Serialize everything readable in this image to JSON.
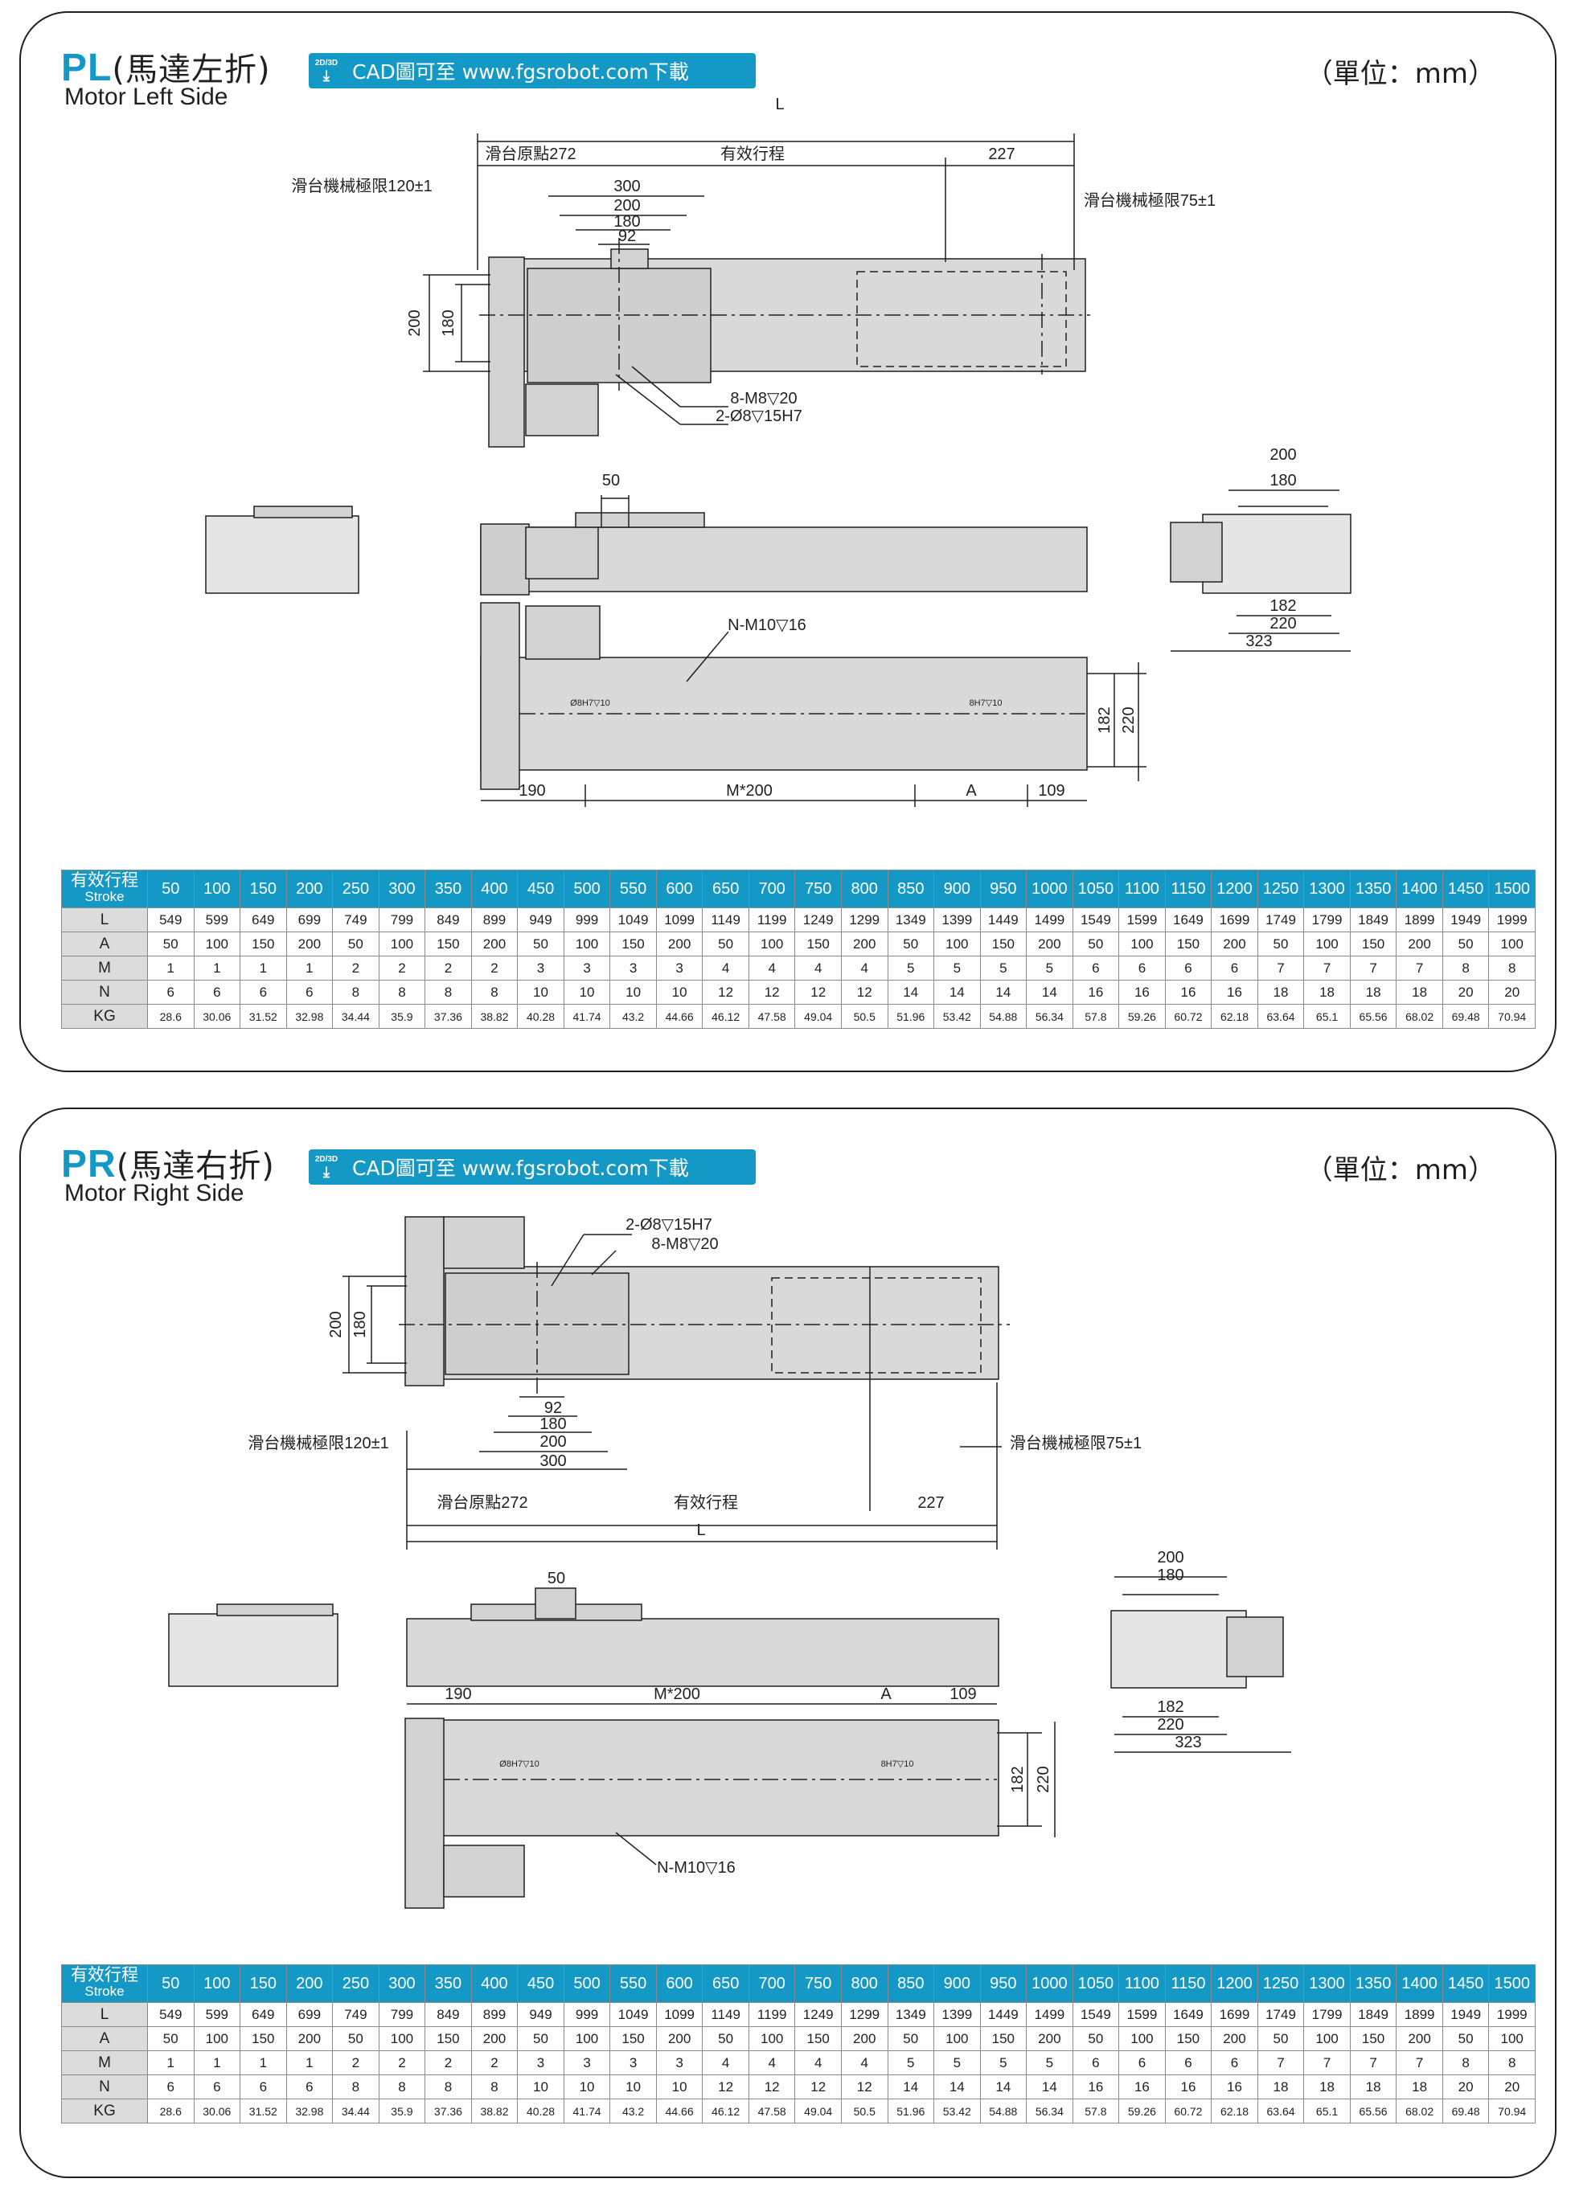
{
  "sections": [
    {
      "code": "PL",
      "title_cn": "(馬達左折)",
      "subtitle": "Motor Left Side",
      "cad_badge_top": "2D/3D",
      "cad_text": "CAD圖可至 www.fgsrobot.com下載",
      "unit": "（單位：mm）",
      "dims": {
        "L": "L",
        "origin": "滑台原點272",
        "stroke": "有效行程",
        "d227": "227",
        "limit_left": "滑台機械極限120±1",
        "limit_right": "滑台機械極限75±1",
        "d300": "300",
        "d200": "200",
        "d180": "180",
        "d92": "92",
        "h200": "200",
        "h180": "180",
        "holes_m8": "8-M8▽20",
        "pins": "2-Ø8▽15H7",
        "d50": "50",
        "n_m10": "N-M10▽16",
        "pin_small_l": "Ø8H7▽10",
        "pin_small_r": "8H7▽10",
        "h182": "182",
        "h220": "220",
        "b190": "190",
        "bM": "M*200",
        "bA": "A",
        "b109": "109",
        "e200": "200",
        "e180": "180",
        "e182": "182",
        "e220": "220",
        "e323": "323"
      }
    },
    {
      "code": "PR",
      "title_cn": "(馬達右折)",
      "subtitle": "Motor Right Side",
      "cad_badge_top": "2D/3D",
      "cad_text": "CAD圖可至 www.fgsrobot.com下載",
      "unit": "（單位：mm）",
      "dims": {
        "L": "L",
        "origin": "滑台原點272",
        "stroke": "有效行程",
        "d227": "227",
        "limit_left": "滑台機械極限120±1",
        "limit_right": "滑台機械極限75±1",
        "d300": "300",
        "d200": "200",
        "d180": "180",
        "d92": "92",
        "h200": "200",
        "h180": "180",
        "holes_m8": "8-M8▽20",
        "pins": "2-Ø8▽15H7",
        "d50": "50",
        "n_m10": "N-M10▽16",
        "pin_small_l": "Ø8H7▽10",
        "pin_small_r": "8H7▽10",
        "h182": "182",
        "h220": "220",
        "b190": "190",
        "bM": "M*200",
        "bA": "A",
        "b109": "109",
        "e200": "200",
        "e180": "180",
        "e182": "182",
        "e220": "220",
        "e323": "323"
      }
    }
  ],
  "table": {
    "header_cn": "有效行程",
    "header_en": "Stroke",
    "strokes": [
      "50",
      "100",
      "150",
      "200",
      "250",
      "300",
      "350",
      "400",
      "450",
      "500",
      "550",
      "600",
      "650",
      "700",
      "750",
      "800",
      "850",
      "900",
      "950",
      "1000",
      "1050",
      "1100",
      "1150",
      "1200",
      "1250",
      "1300",
      "1350",
      "1400",
      "1450",
      "1500"
    ],
    "rows": [
      {
        "label": "L",
        "values": [
          "549",
          "599",
          "649",
          "699",
          "749",
          "799",
          "849",
          "899",
          "949",
          "999",
          "1049",
          "1099",
          "1149",
          "1199",
          "1249",
          "1299",
          "1349",
          "1399",
          "1449",
          "1499",
          "1549",
          "1599",
          "1649",
          "1699",
          "1749",
          "1799",
          "1849",
          "1899",
          "1949",
          "1999"
        ]
      },
      {
        "label": "A",
        "values": [
          "50",
          "100",
          "150",
          "200",
          "50",
          "100",
          "150",
          "200",
          "50",
          "100",
          "150",
          "200",
          "50",
          "100",
          "150",
          "200",
          "50",
          "100",
          "150",
          "200",
          "50",
          "100",
          "150",
          "200",
          "50",
          "100",
          "150",
          "200",
          "50",
          "100"
        ]
      },
      {
        "label": "M",
        "values": [
          "1",
          "1",
          "1",
          "1",
          "2",
          "2",
          "2",
          "2",
          "3",
          "3",
          "3",
          "3",
          "4",
          "4",
          "4",
          "4",
          "5",
          "5",
          "5",
          "5",
          "6",
          "6",
          "6",
          "6",
          "7",
          "7",
          "7",
          "7",
          "8",
          "8"
        ]
      },
      {
        "label": "N",
        "values": [
          "6",
          "6",
          "6",
          "6",
          "8",
          "8",
          "8",
          "8",
          "10",
          "10",
          "10",
          "10",
          "12",
          "12",
          "12",
          "12",
          "14",
          "14",
          "14",
          "14",
          "16",
          "16",
          "16",
          "16",
          "18",
          "18",
          "18",
          "18",
          "20",
          "20"
        ]
      },
      {
        "label": "KG",
        "values": [
          "28.6",
          "30.06",
          "31.52",
          "32.98",
          "34.44",
          "35.9",
          "37.36",
          "38.82",
          "40.28",
          "41.74",
          "43.2",
          "44.66",
          "46.12",
          "47.58",
          "49.04",
          "50.5",
          "51.96",
          "53.42",
          "54.88",
          "56.34",
          "57.8",
          "59.26",
          "60.72",
          "62.18",
          "63.64",
          "65.1",
          "65.56",
          "68.02",
          "69.48",
          "70.94"
        ]
      }
    ]
  }
}
